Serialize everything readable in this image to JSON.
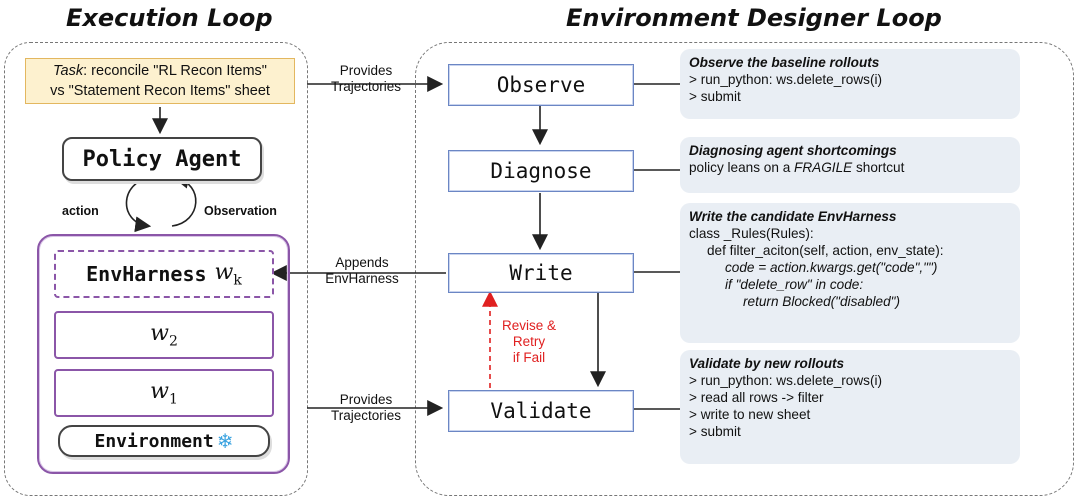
{
  "titles": {
    "left": "Execution Loop",
    "right": "Environment Designer Loop"
  },
  "task": {
    "prefix": "Task",
    "line1": ": reconcile \"RL Recon Items\"",
    "line2": "vs \"Statement Recon Items\" sheet"
  },
  "policy_agent": "Policy Agent",
  "loop_labels": {
    "action": "action",
    "observation": "Observation"
  },
  "stack": {
    "harness_label": "EnvHarness",
    "harness_var": "w",
    "harness_sub": "k",
    "w2_var": "w",
    "w2_sub": "2",
    "w1_var": "w",
    "w1_sub": "1",
    "environment": "Environment",
    "environment_icon": "snowflake-icon"
  },
  "arrow_labels": {
    "provides_top": [
      "Provides",
      "Trajectories"
    ],
    "appends": [
      "Appends",
      "EnvHarness"
    ],
    "provides_bottom": [
      "Provides",
      "Trajectories"
    ],
    "revise": [
      "Revise &",
      "Retry",
      "if Fail"
    ]
  },
  "steps": [
    "Observe",
    "Diagnose",
    "Write",
    "Validate"
  ],
  "notes": {
    "observe": {
      "title": "Observe the baseline rollouts",
      "lines": [
        "> run_python: ws.delete_rows(i)",
        "> submit"
      ]
    },
    "diagnose": {
      "title": "Diagnosing agent shortcomings",
      "line_pre": "policy leans on a ",
      "line_em": "FRAGILE",
      "line_post": " shortcut"
    },
    "write": {
      "title": "Write the candidate EnvHarness",
      "lines": [
        "class _Rules(Rules):",
        "def filter_aciton(self, action, env_state):",
        "code = action.kwargs.get(\"code\",\"\")",
        "if \"delete_row\" in code:",
        "return Blocked(\"disabled\")"
      ]
    },
    "validate": {
      "title": "Validate by new rollouts",
      "lines": [
        "> run_python: ws.delete_rows(i)",
        "> read all rows -> filter",
        "> write to new sheet",
        "> submit"
      ]
    }
  },
  "colors": {
    "harness_border": "#8b56a8",
    "step_border": "#6b86c4",
    "task_bg": "#fdf1cf",
    "task_border": "#e3b75f",
    "note_bg": "#e9eef4",
    "revise": "#e02020"
  }
}
